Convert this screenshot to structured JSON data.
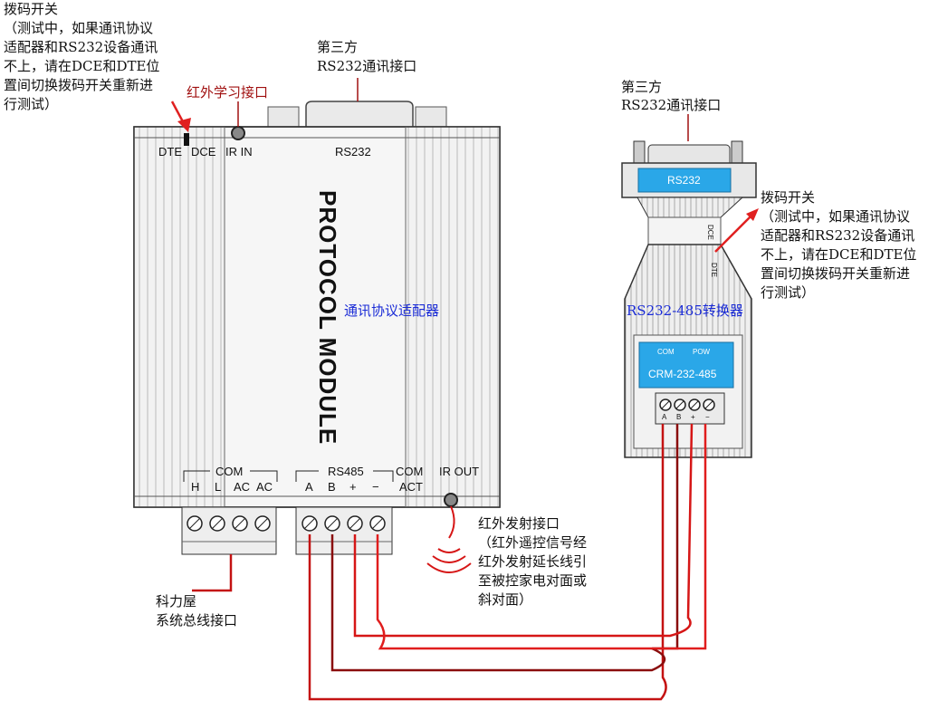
{
  "colors": {
    "wire": "#d61616",
    "wire_dark": "#7a0c0c",
    "device_body": "#e7e7e7",
    "label_blue": "#1a2bd6",
    "panel_blue": "#2aa7e8"
  },
  "left_switch_note": {
    "title": "拨码开关",
    "lines": [
      "（测试中，如果通讯协议",
      "适配器和RS232设备通讯",
      "不上，请在DCE和DTE位",
      "置间切换拨码开关重新进",
      "行测试）"
    ]
  },
  "ir_learn_label": "红外学习接口",
  "third_party_left": {
    "line1": "第三方",
    "line2": "RS232通讯接口"
  },
  "third_party_right": {
    "line1": "第三方",
    "line2": "RS232通讯接口"
  },
  "module": {
    "dte": "DTE",
    "dce": "DCE",
    "ir_in": "IR IN",
    "rs232": "RS232",
    "title": "PROTOCOL MODULE",
    "cn_name": "通讯协议适配器",
    "com_group": "COM",
    "com_pins": [
      "H",
      "L",
      "AC",
      "AC"
    ],
    "rs485_group": "RS485",
    "rs485_pins": [
      "A",
      "B",
      "+",
      "−"
    ],
    "com_act_1": "COM",
    "com_act_2": "ACT",
    "ir_out": "IR OUT"
  },
  "converter": {
    "rs232": "RS232",
    "dce": "DCE",
    "dte": "DTE",
    "name": "RS232-485转换器",
    "com": "COM",
    "pow": "POW",
    "model": "CRM-232-485",
    "pins": [
      "A",
      "B",
      "+",
      "−"
    ]
  },
  "right_switch_note": {
    "title": "拨码开关",
    "lines": [
      "（测试中，如果通讯协议",
      "适配器和RS232设备通讯",
      "不上，请在DCE和DTE位",
      "置间切换拨码开关重新进",
      "行测试）"
    ]
  },
  "ir_emit_note": {
    "title": "红外发射接口",
    "lines": [
      "（红外遥控信号经",
      "红外发射延长线引",
      "至被控家电对面或",
      "斜对面）"
    ]
  },
  "bus_note": {
    "line1": "科力屋",
    "line2": "系统总线接口"
  }
}
